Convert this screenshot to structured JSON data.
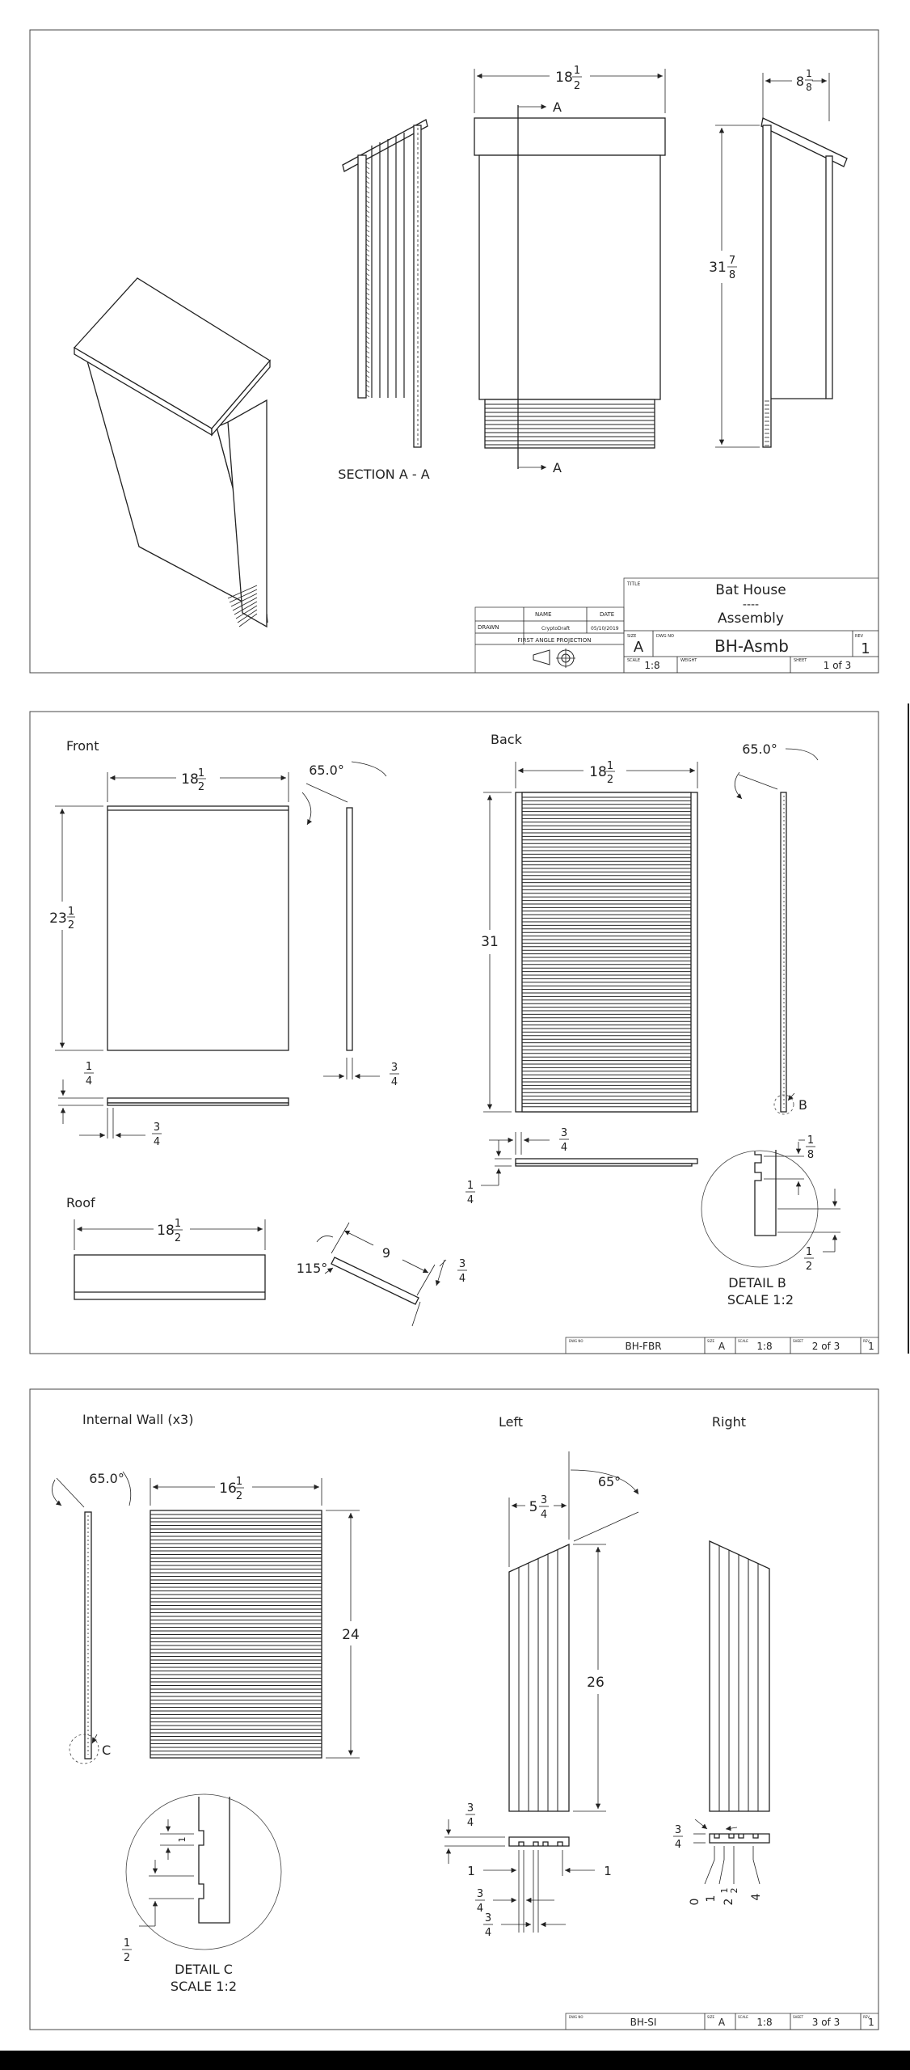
{
  "sheet1": {
    "section_label": "SECTION A - A",
    "section_marker": "A",
    "dim_width": "18½",
    "dim_width_whole": "18",
    "dim_depth_whole": "8",
    "dim_height_whole": "31",
    "title_block": {
      "title_caption": "TITLE",
      "title": "Bat House",
      "title_separator": "----",
      "subtitle": "Assembly",
      "name_header": "NAME",
      "date_header": "DATE",
      "drawn_label": "DRAWN",
      "drawn_name": "CryptoDraft",
      "drawn_date": "05/10/2019",
      "projection": "FIRST ANGLE PROJECTION",
      "size_caption": "SIZE",
      "size": "A",
      "dwg_caption": "DWG NO",
      "dwg_no": "BH-Asmb",
      "rev_caption": "REV",
      "rev": "1",
      "scale_caption": "SCALE",
      "scale": "1:8",
      "weight_caption": "WEIGHT",
      "sheet_caption": "SHEET",
      "sheet": "1 of 3"
    }
  },
  "sheet2": {
    "front_label": "Front",
    "back_label": "Back",
    "roof_label": "Roof",
    "angle_front": "65.0°",
    "angle_back": "65.0°",
    "angle_roof": "115°",
    "front_height_whole": "23",
    "back_height": "31",
    "roof_length": "9",
    "detail_marker": "B",
    "detail_label": "DETAIL B",
    "detail_scale": "SCALE 1:2",
    "title_block": {
      "dwg_caption": "DWG NO",
      "dwg_no": "BH-FBR",
      "size_caption": "SIZE",
      "size": "A",
      "scale_caption": "SCALE",
      "scale": "1:8",
      "sheet_caption": "SHEET",
      "sheet": "2 of 3",
      "rev_caption": "REV",
      "rev": "1"
    }
  },
  "sheet3": {
    "internal_label": "Internal Wall (x3)",
    "left_label": "Left",
    "right_label": "Right",
    "angle_internal": "65.0°",
    "angle_left": "65°",
    "internal_height": "24",
    "internal_width_whole": "16",
    "left_height": "26",
    "left_width_whole": "5",
    "dim_one": "1",
    "groove_positions": [
      "0",
      "1",
      "2",
      "4"
    ],
    "detail_marker": "C",
    "detail_label": "DETAIL C",
    "detail_scale": "SCALE 1:2",
    "title_block": {
      "dwg_caption": "DWG NO",
      "dwg_no": "BH-SI",
      "size_caption": "SIZE",
      "size": "A",
      "scale_caption": "SCALE",
      "scale": "1:8",
      "sheet_caption": "SHEET",
      "sheet": "3 of 3",
      "rev_caption": "REV",
      "rev": "1"
    }
  },
  "fractions": {
    "half_num": "1",
    "half_den": "2",
    "eighth_num": "1",
    "eighth_den": "8",
    "seven_eighths_num": "7",
    "quarter_num": "1",
    "quarter_den": "4",
    "three_quarters_num": "3",
    "three_quarters_den": "4"
  }
}
